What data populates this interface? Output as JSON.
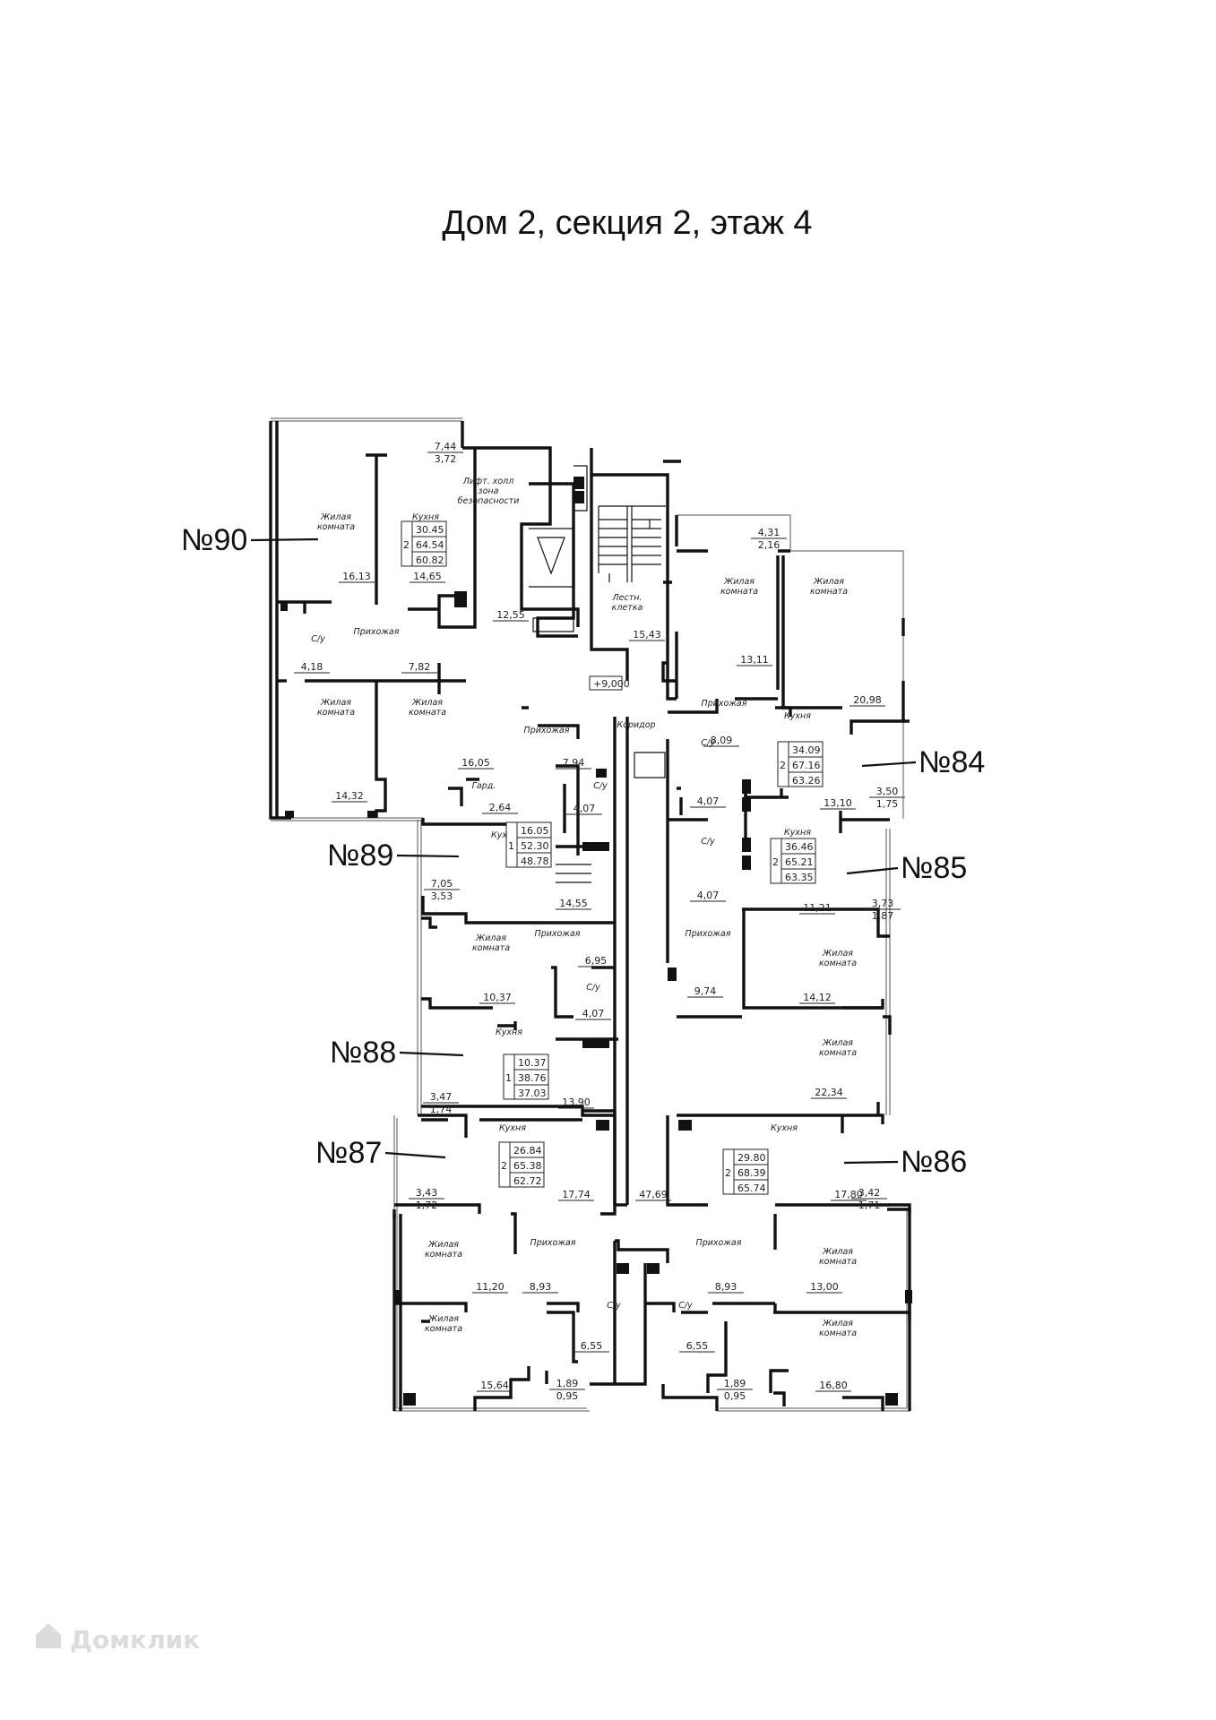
{
  "title": "Дом 2, секция 2, этаж 4",
  "watermark": "Домклик",
  "level_mark": "+9,000",
  "colors": {
    "line": "#111111",
    "text": "#222222",
    "watermark": "#d9d9d9"
  },
  "apartments": [
    {
      "id": "apt-90",
      "number": "№90",
      "rooms": "2",
      "living": "30.45",
      "total": "64.54",
      "area": "60.82"
    },
    {
      "id": "apt-89",
      "number": "№89",
      "rooms": "1",
      "living": "16.05",
      "total": "52.30",
      "area": "48.78"
    },
    {
      "id": "apt-88",
      "number": "№88",
      "rooms": "1",
      "living": "10.37",
      "total": "38.76",
      "area": "37.03"
    },
    {
      "id": "apt-87",
      "number": "№87",
      "rooms": "2",
      "living": "26.84",
      "total": "65.38",
      "area": "62.72"
    },
    {
      "id": "apt-84",
      "number": "№84",
      "rooms": "2",
      "living": "34.09",
      "total": "67.16",
      "area": "63.26"
    },
    {
      "id": "apt-85",
      "number": "№85",
      "rooms": "2",
      "living": "36.46",
      "total": "65.21",
      "area": "63.35"
    },
    {
      "id": "apt-86",
      "number": "№86",
      "rooms": "2",
      "living": "29.80",
      "total": "68.39",
      "area": "65.74"
    }
  ],
  "labels": [
    {
      "id": "l1",
      "lines": [
        "Жилая",
        "комната"
      ]
    },
    {
      "id": "l2",
      "lines": [
        "Кухня"
      ]
    },
    {
      "id": "l3",
      "lines": [
        "Лифт. холл",
        "зона",
        "безопасности"
      ]
    },
    {
      "id": "l4",
      "lines": [
        "Прихожая"
      ]
    },
    {
      "id": "l5",
      "lines": [
        "С/у"
      ]
    },
    {
      "id": "l6",
      "lines": [
        "Жилая",
        "комната"
      ]
    },
    {
      "id": "l7",
      "lines": [
        "Жилая",
        "комната"
      ]
    },
    {
      "id": "l8",
      "lines": [
        "Прихожая"
      ]
    },
    {
      "id": "l9",
      "lines": [
        "Гард."
      ]
    },
    {
      "id": "l10",
      "lines": [
        "С/у"
      ]
    },
    {
      "id": "l11",
      "lines": [
        "Кухня"
      ]
    },
    {
      "id": "l12",
      "lines": [
        "Лестн.",
        "клетка"
      ]
    },
    {
      "id": "l13",
      "lines": [
        "Коридор"
      ]
    },
    {
      "id": "l14",
      "lines": [
        "Жилая",
        "комната"
      ]
    },
    {
      "id": "l15",
      "lines": [
        "Жилая",
        "комната"
      ]
    },
    {
      "id": "l16",
      "lines": [
        "Прихожая"
      ]
    },
    {
      "id": "l17",
      "lines": [
        "С/у"
      ]
    },
    {
      "id": "l18",
      "lines": [
        "Кухня"
      ]
    },
    {
      "id": "l19",
      "lines": [
        "С/у"
      ]
    },
    {
      "id": "l20",
      "lines": [
        "Кухня"
      ]
    },
    {
      "id": "l21",
      "lines": [
        "Жилая",
        "комната"
      ]
    },
    {
      "id": "l22",
      "lines": [
        "Прихожая"
      ]
    },
    {
      "id": "l23",
      "lines": [
        "С/у"
      ]
    },
    {
      "id": "l24",
      "lines": [
        "Кухня"
      ]
    },
    {
      "id": "l25",
      "lines": [
        "Прихожая"
      ]
    },
    {
      "id": "l26",
      "lines": [
        "Жилая",
        "комната"
      ]
    },
    {
      "id": "l27",
      "lines": [
        "Жилая",
        "комната"
      ]
    },
    {
      "id": "l28",
      "lines": [
        "Кухня"
      ]
    },
    {
      "id": "l29",
      "lines": [
        "Кухня"
      ]
    },
    {
      "id": "l30",
      "lines": [
        "Жилая",
        "комната"
      ]
    },
    {
      "id": "l31",
      "lines": [
        "Прихожая"
      ]
    },
    {
      "id": "l32",
      "lines": [
        "Прихожая"
      ]
    },
    {
      "id": "l33",
      "lines": [
        "Жилая",
        "комната"
      ]
    },
    {
      "id": "l34",
      "lines": [
        "С/у"
      ]
    },
    {
      "id": "l35",
      "lines": [
        "С/у"
      ]
    },
    {
      "id": "l36",
      "lines": [
        "Жилая",
        "комната"
      ]
    },
    {
      "id": "l37",
      "lines": [
        "Жилая",
        "комната"
      ]
    }
  ],
  "areas": [
    {
      "id": "a1",
      "value": "7,44",
      "under": "3,72"
    },
    {
      "id": "a2",
      "value": "16,13"
    },
    {
      "id": "a3",
      "value": "14,65"
    },
    {
      "id": "a4",
      "value": "12,55"
    },
    {
      "id": "a5",
      "value": "4,18"
    },
    {
      "id": "a6",
      "value": "7,82"
    },
    {
      "id": "a7",
      "value": "15,43"
    },
    {
      "id": "a8",
      "value": "4,31",
      "under": "2,16"
    },
    {
      "id": "a9",
      "value": "13,11"
    },
    {
      "id": "a10",
      "value": "20,98"
    },
    {
      "id": "a11",
      "value": "16,05"
    },
    {
      "id": "a12",
      "value": "7,94"
    },
    {
      "id": "a13",
      "value": "14,32"
    },
    {
      "id": "a14",
      "value": "2,64"
    },
    {
      "id": "a15",
      "value": "4,07"
    },
    {
      "id": "a16",
      "value": "8,09"
    },
    {
      "id": "a17",
      "value": "4,07"
    },
    {
      "id": "a18",
      "value": "13,10"
    },
    {
      "id": "a19",
      "value": "3,50",
      "under": "1,75"
    },
    {
      "id": "a20",
      "value": "4,07"
    },
    {
      "id": "a21",
      "value": "7,05",
      "under": "3,53"
    },
    {
      "id": "a22",
      "value": "14,55"
    },
    {
      "id": "a23",
      "value": "11,21"
    },
    {
      "id": "a24",
      "value": "3,73",
      "under": "1,87"
    },
    {
      "id": "a25",
      "value": "6,95"
    },
    {
      "id": "a26",
      "value": "10,37"
    },
    {
      "id": "a27",
      "value": "4,07"
    },
    {
      "id": "a28",
      "value": "9,74"
    },
    {
      "id": "a29",
      "value": "14,12"
    },
    {
      "id": "a30",
      "value": "22,34"
    },
    {
      "id": "a31",
      "value": "3,47",
      "under": "1,74"
    },
    {
      "id": "a32",
      "value": "13,90"
    },
    {
      "id": "a33",
      "value": "3,43",
      "under": "1,72"
    },
    {
      "id": "a34",
      "value": "17,74"
    },
    {
      "id": "a35",
      "value": "47,69"
    },
    {
      "id": "a36",
      "value": "17,80"
    },
    {
      "id": "a37",
      "value": "3,42",
      "under": "1,71"
    },
    {
      "id": "a38",
      "value": "11,20"
    },
    {
      "id": "a39",
      "value": "8,93"
    },
    {
      "id": "a40",
      "value": "8,93"
    },
    {
      "id": "a41",
      "value": "13,00"
    },
    {
      "id": "a42",
      "value": "6,55"
    },
    {
      "id": "a43",
      "value": "6,55"
    },
    {
      "id": "a44",
      "value": "15,64"
    },
    {
      "id": "a45",
      "value": "1,89",
      "under": "0,95"
    },
    {
      "id": "a46",
      "value": "1,89",
      "under": "0,95"
    },
    {
      "id": "a47",
      "value": "16,80"
    }
  ]
}
